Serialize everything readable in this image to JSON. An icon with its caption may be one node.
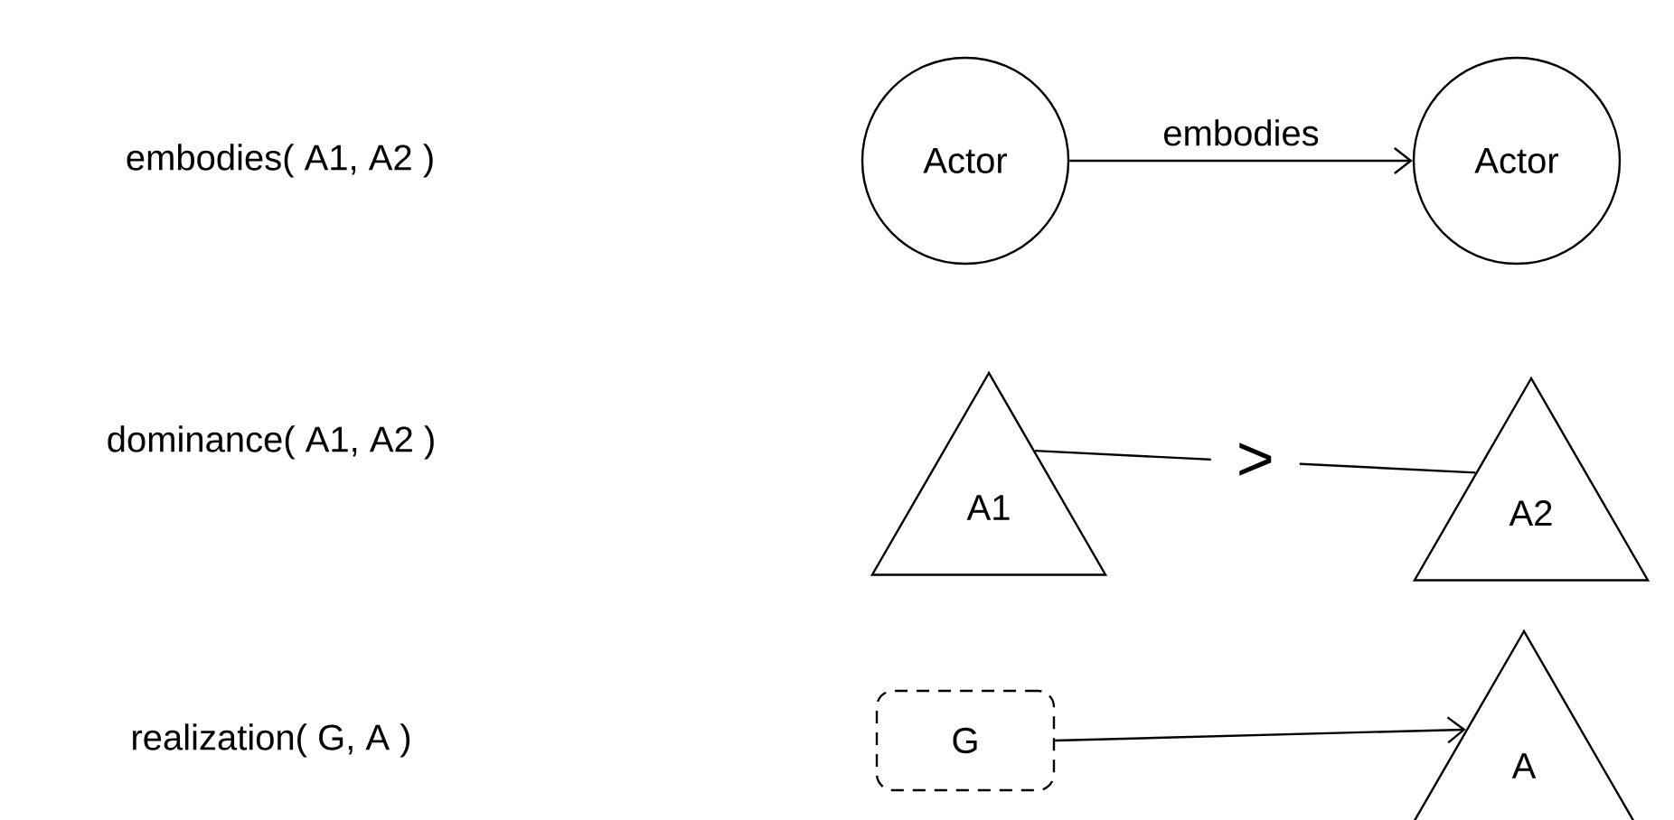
{
  "diagram": {
    "nodes": [
      {
        "text": [
          "Actor"
        ]
      },
      {
        "text": [
          "Actor"
        ]
      },
      {
        "text": [
          "A1"
        ]
      },
      {
        "text": [
          "A2"
        ]
      },
      {
        "text": [
          "G"
        ]
      },
      {
        "text": [
          "A"
        ]
      }
    ],
    "edges": [
      {
        "from": 0,
        "to": 1,
        "arrow": "to",
        "label": "embodies"
      },
      {
        "from": 2,
        "to": 3,
        "arrow": "none",
        "label": ">"
      },
      {
        "from": 4,
        "to": 5,
        "arrow": "to"
      }
    ],
    "labels": [
      "embodies( A1, A2 )",
      "dominance( A1, A2 )",
      "realization( G, A )"
    ]
  }
}
